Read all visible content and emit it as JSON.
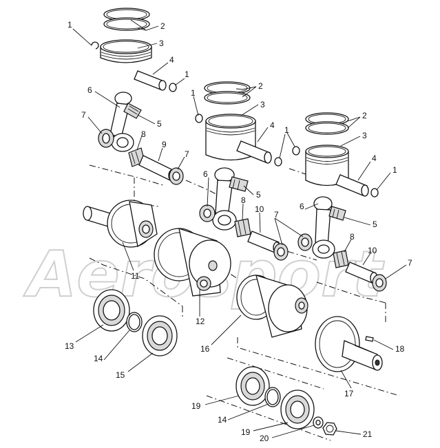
{
  "watermark": "Aerosport",
  "callouts": {
    "c1a": "1",
    "c1b": "1",
    "c1c": "1",
    "c1d": "1",
    "c2a": "2",
    "c2b": "2",
    "c2c": "2",
    "c3a": "3",
    "c3b": "3",
    "c3c": "3",
    "c4a": "4",
    "c4b": "4",
    "c4c": "4",
    "c5a": "5",
    "c5b": "5",
    "c5c": "5",
    "c6a": "6",
    "c6b": "6",
    "c6c": "6",
    "c7a": "7",
    "c7b": "7",
    "c7c": "7",
    "c7d": "7",
    "c8a": "8",
    "c8b": "8",
    "c8c": "8",
    "c9": "9",
    "c10a": "10",
    "c10b": "10",
    "c11": "11",
    "c12": "12",
    "c13": "13",
    "c14a": "14",
    "c14b": "14",
    "c15": "15",
    "c16": "16",
    "c17": "17",
    "c18": "18",
    "c19a": "19",
    "c19b": "19",
    "c20": "20",
    "c21": "21"
  }
}
